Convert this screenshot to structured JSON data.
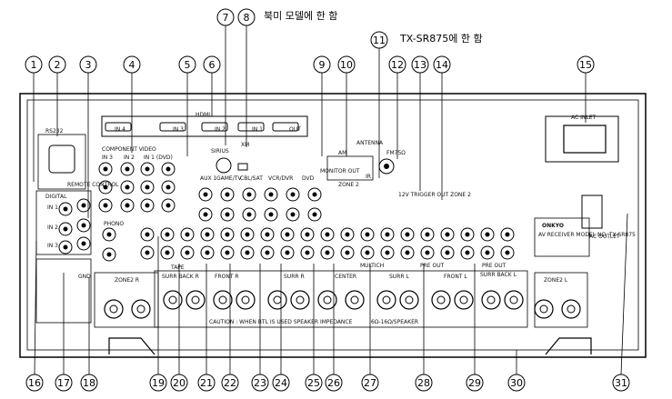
{
  "notes": {
    "na_models": "북미 모델에 한 함",
    "txsr875": "TX-SR875에 한 함"
  },
  "callouts": [
    "1",
    "2",
    "3",
    "4",
    "5",
    "6",
    "7",
    "8",
    "9",
    "10",
    "11",
    "12",
    "13",
    "14",
    "15",
    "16",
    "17",
    "18",
    "19",
    "20",
    "21",
    "22",
    "23",
    "24",
    "25",
    "26",
    "27",
    "28",
    "29",
    "30",
    "31"
  ],
  "panel_text": {
    "rs232": "RS232",
    "hdmi": "HDMI",
    "hdmi_in1": "IN 1",
    "hdmi_in2": "IN 2",
    "hdmi_in3": "IN 3",
    "hdmi_in4": "IN 4",
    "hdmi_out": "OUT",
    "component_video": "COMPONENT VIDEO",
    "comp_in3": "IN 3",
    "comp_in2": "IN 2",
    "comp_in1": "IN 1 (DVD)",
    "digital": "DIGITAL",
    "dig_in1": "IN 1",
    "dig_in2": "IN 2",
    "dig_in3": "IN 3",
    "remote_control": "REMOTE CONTROL",
    "sirius": "SIRIUS",
    "xm": "XM",
    "antenna": "ANTENNA",
    "am": "AM",
    "fm": "FM75Ω",
    "ir": "IR",
    "monitor_out": "MONITOR OUT",
    "aux1": "AUX 1",
    "game_tv": "GAME/TV",
    "cbl_sat": "CBL/SAT",
    "vcr_dvr": "VCR/DVR",
    "dvd": "DVD",
    "zone2": "ZONE 2",
    "trigger": "12V TRIGGER OUT ZONE 2",
    "ac_inlet": "AC INLET",
    "ac_outlet": "AC OUTLET",
    "phono": "PHONO",
    "gnd": "GND",
    "tape": "TAPE",
    "multich": "MULTICH",
    "pre_out": "PRE OUT",
    "zone2r": "ZONE2 R",
    "zone2l": "ZONE2 L",
    "surr_back_r": "SURR BACK R",
    "front_r": "FRONT R",
    "surr_r": "SURR R",
    "center": "CENTER",
    "surr_l": "SURR L",
    "front_l": "FRONT L",
    "surr_back_l": "SURR BACK L",
    "caution": "CAUTION : WHEN BTL IS USED  SPEAKER IMPEDANCE",
    "speaker_ohm": "6Ω-16Ω/SPEAKER",
    "brand": "ONKYO",
    "model": "AV RECEIVER MODEL NO. TX-SR875"
  }
}
